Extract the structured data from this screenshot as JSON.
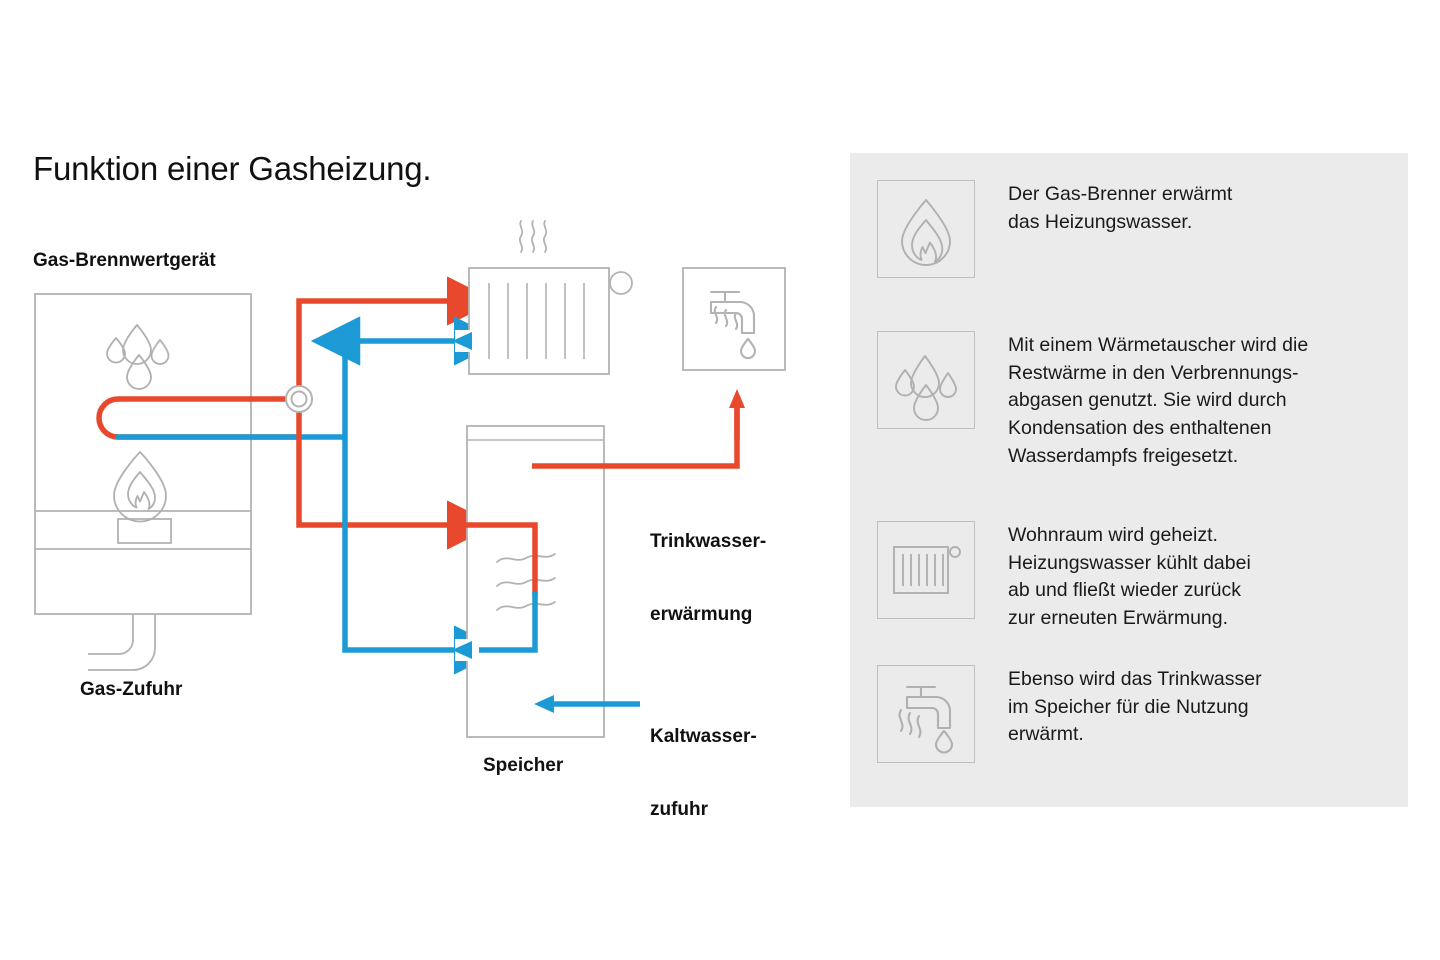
{
  "page": {
    "title": "Funktion einer Gasheizung.",
    "background_color": "#ffffff",
    "panel_color": "#ebebeb"
  },
  "colors": {
    "hot_red": "#e8492d",
    "cold_blue": "#1c9ad6",
    "outline_gray": "#b3b3b3",
    "icon_gray": "#b0b0b0",
    "text_dark": "#111111"
  },
  "diagram": {
    "labels": {
      "boiler": "Gas-Brennwertgerät",
      "gas_supply": "Gas-Zufuhr",
      "storage": "Speicher",
      "dhw_line1": "Trinkwasser-",
      "dhw_line2": "erwärmung",
      "cold_line1": "Kaltwasser-",
      "cold_line2": "zufuhr"
    },
    "components": {
      "boiler": {
        "icon_top": "water-droplets-icon",
        "icon_bottom": "flame-icon",
        "display": "control-display"
      },
      "radiator": {
        "fins": 6,
        "icon": "radiator-icon",
        "thermostat": "thermostat-knob"
      },
      "tap": {
        "icon": "hot-water-tap-icon"
      },
      "storage_tank": {
        "icon": "heat-exchanger-coil",
        "waves": 3
      }
    },
    "flows": [
      {
        "name": "heating-supply-to-radiator",
        "color": "#e8492d",
        "direction": "right"
      },
      {
        "name": "heating-return-from-radiator",
        "color": "#1c9ad6",
        "direction": "left"
      },
      {
        "name": "heating-supply-to-storage",
        "color": "#e8492d",
        "direction": "right"
      },
      {
        "name": "heating-return-from-storage",
        "color": "#1c9ad6",
        "direction": "left"
      },
      {
        "name": "hot-drinking-water-out",
        "color": "#e8492d",
        "direction": "up"
      },
      {
        "name": "cold-water-in",
        "color": "#1c9ad6",
        "direction": "left"
      }
    ]
  },
  "legend": {
    "items": [
      {
        "icon": "flame-icon",
        "text": "Der Gas-Brenner erwärmt\ndas Heizungswasser."
      },
      {
        "icon": "water-droplets-icon",
        "text": "Mit einem Wärmetauscher wird  die\nRestwärme in den Verbrennungs-\nabgasen genutzt. Sie wird durch\nKondensation des enthaltenen\nWasserdampfs freigesetzt."
      },
      {
        "icon": "radiator-icon",
        "text": "Wohnraum wird geheizt.\nHeizungswasser kühlt dabei\nab und fließt wieder zurück\nzur erneuten Erwärmung."
      },
      {
        "icon": "hot-water-tap-icon",
        "text": "Ebenso wird das Trinkwasser\nim Speicher für die Nutzung\nerwärmt."
      }
    ]
  }
}
